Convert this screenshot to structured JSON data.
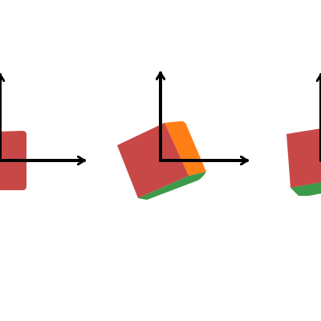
{
  "background": "#ffffff",
  "colors": {
    "front_face": "#c84848",
    "side_face": "#ff7f16",
    "bottom_face": "#3c9a4a",
    "axis": "#000000"
  },
  "axes_icon_names": [
    "x-axis-arrow",
    "y-axis-arrow"
  ],
  "panels": [
    {
      "name": "panel-left",
      "cube": "rotated-cube-left"
    },
    {
      "name": "panel-center",
      "cube": "rotated-cube-center"
    },
    {
      "name": "panel-right",
      "cube": "rotated-cube-right"
    }
  ]
}
